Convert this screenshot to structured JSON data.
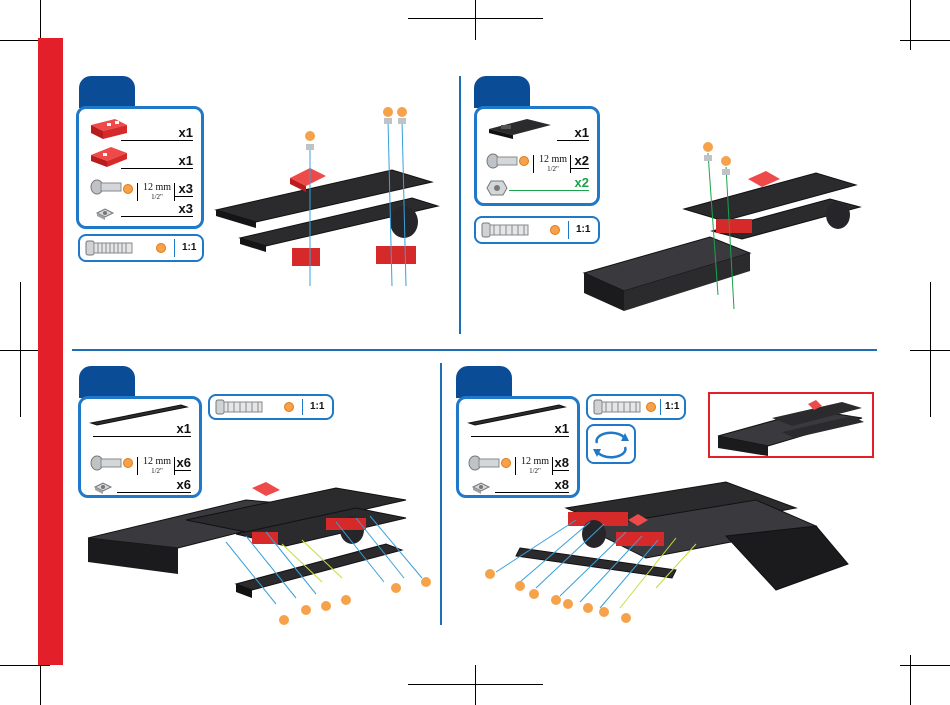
{
  "colors": {
    "accent_red": "#e3202a",
    "step_blue": "#0a4c95",
    "box_blue": "#1f78c8",
    "qty_green": "#1aa34a",
    "label_orange": "#f5a24a"
  },
  "step1": {
    "parts": [
      {
        "icon": "red-connector-icon",
        "qty": "x1"
      },
      {
        "icon": "red-angle-connector-icon",
        "qty": "x1"
      },
      {
        "icon": "bolt-icon",
        "qty": "x3",
        "length": "12 mm",
        "length_imperial": "1/2\""
      },
      {
        "icon": "square-nut-icon",
        "qty": "x3"
      }
    ],
    "scale": {
      "icon": "bolt-scale-icon",
      "ratio": "1:1"
    }
  },
  "step2": {
    "parts": [
      {
        "icon": "dark-plate-icon",
        "qty": "x1"
      },
      {
        "icon": "bolt-icon",
        "qty": "x2",
        "length": "12 mm",
        "length_imperial": "1/2\""
      },
      {
        "icon": "hex-nut-icon",
        "qty": "x2"
      }
    ],
    "scale": {
      "icon": "bolt-scale-icon",
      "ratio": "1:1"
    }
  },
  "step3": {
    "parts": [
      {
        "icon": "long-beam-icon",
        "qty": "x1"
      },
      {
        "icon": "bolt-icon",
        "qty": "x6",
        "length": "12 mm",
        "length_imperial": "1/2\""
      },
      {
        "icon": "square-nut-icon",
        "qty": "x6"
      }
    ],
    "scale": {
      "icon": "bolt-scale-icon",
      "ratio": "1:1"
    }
  },
  "step4": {
    "parts": [
      {
        "icon": "long-beam-icon",
        "qty": "x1"
      },
      {
        "icon": "bolt-icon",
        "qty": "x8",
        "length": "12 mm",
        "length_imperial": "1/2\""
      },
      {
        "icon": "square-nut-icon",
        "qty": "x8"
      }
    ],
    "scale": {
      "icon": "bolt-scale-icon",
      "ratio": "1:1"
    },
    "rotate": {
      "icon": "rotate-arrows-icon"
    }
  }
}
